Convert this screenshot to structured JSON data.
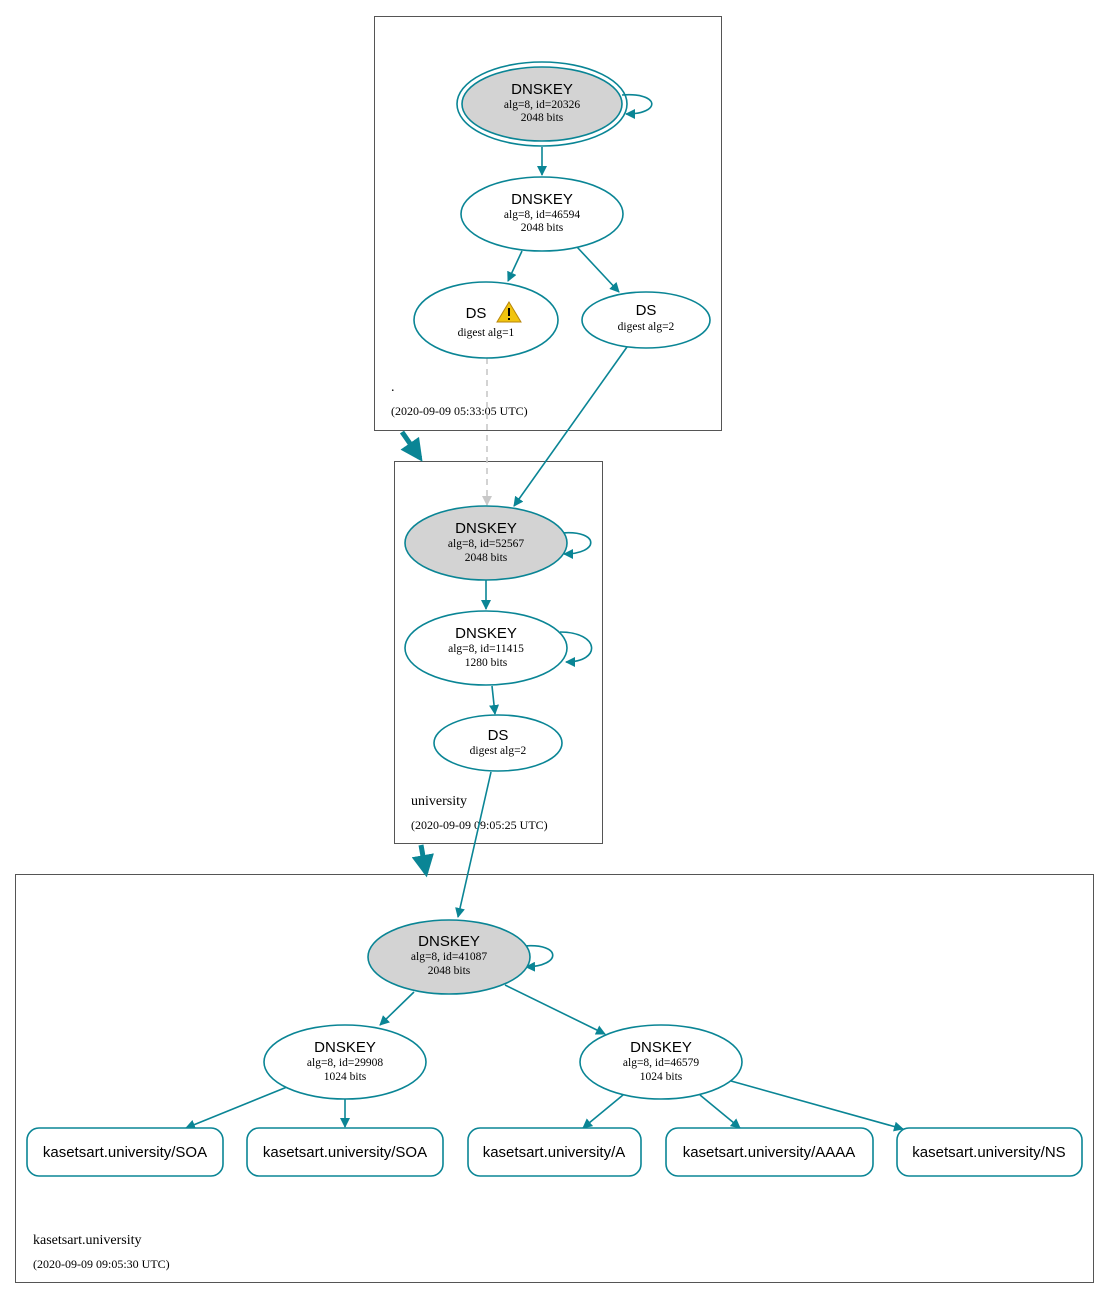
{
  "colors": {
    "edge": "#0a8595",
    "ksk_fill": "#d3d3d3",
    "zone_border": "#555555",
    "insecure_edge": "#c8c8c8",
    "warning": "#f1c40f"
  },
  "zones": {
    "root": {
      "name": ".",
      "timestamp": "(2020-09-09 05:33:05 UTC)"
    },
    "university": {
      "name": "university",
      "timestamp": "(2020-09-09 09:05:25 UTC)"
    },
    "kasetsart": {
      "name": "kasetsart.university",
      "timestamp": "(2020-09-09 09:05:30 UTC)"
    }
  },
  "nodes": {
    "root_ksk": {
      "title": "DNSKEY",
      "line1": "alg=8, id=20326",
      "line2": "2048 bits"
    },
    "root_zsk": {
      "title": "DNSKEY",
      "line1": "alg=8, id=46594",
      "line2": "2048 bits"
    },
    "root_ds1": {
      "title": "DS",
      "line1": "digest alg=1",
      "warning_icon": "warning-triangle-icon"
    },
    "root_ds2": {
      "title": "DS",
      "line1": "digest alg=2"
    },
    "uni_ksk": {
      "title": "DNSKEY",
      "line1": "alg=8, id=52567",
      "line2": "2048 bits"
    },
    "uni_zsk": {
      "title": "DNSKEY",
      "line1": "alg=8, id=11415",
      "line2": "1280 bits"
    },
    "uni_ds": {
      "title": "DS",
      "line1": "digest alg=2"
    },
    "kas_ksk": {
      "title": "DNSKEY",
      "line1": "alg=8, id=41087",
      "line2": "2048 bits"
    },
    "kas_zsk1": {
      "title": "DNSKEY",
      "line1": "alg=8, id=29908",
      "line2": "1024 bits"
    },
    "kas_zsk2": {
      "title": "DNSKEY",
      "line1": "alg=8, id=46579",
      "line2": "1024 bits"
    }
  },
  "rrsets": [
    "kasetsart.university/SOA",
    "kasetsart.university/SOA",
    "kasetsart.university/A",
    "kasetsart.university/AAAA",
    "kasetsart.university/NS"
  ]
}
